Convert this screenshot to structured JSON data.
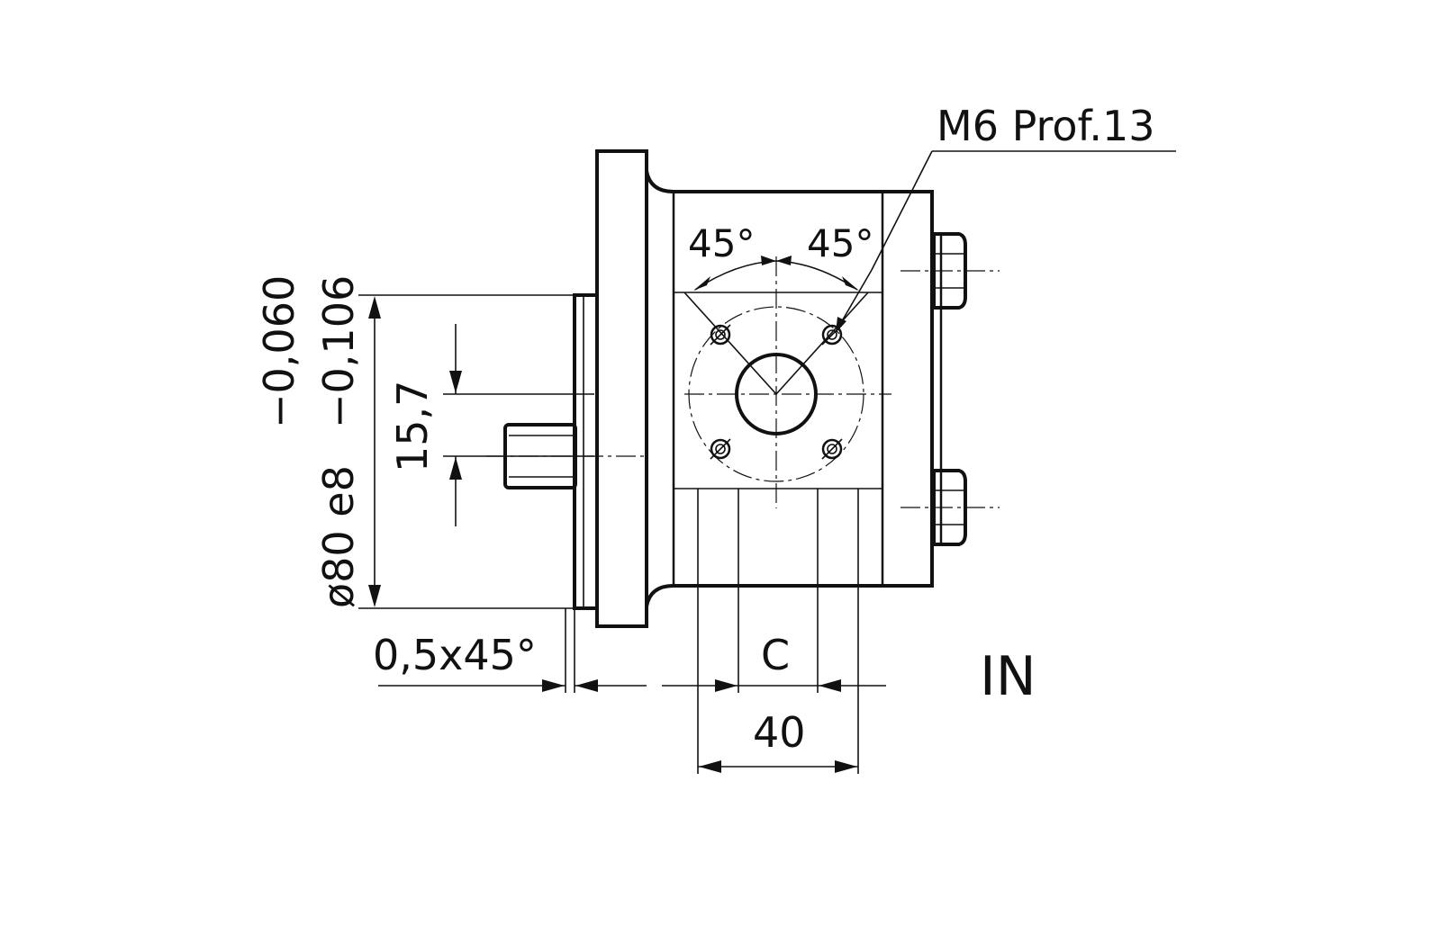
{
  "labels": {
    "thread": "M6  Prof.13",
    "angle_left": "45°",
    "angle_right": "45°",
    "tol_upper": "−0,060",
    "tol_lower": "−0,106",
    "diameter": "ø80  e8",
    "shaft_height": "15,7",
    "chamfer": "0,5x45°",
    "port_dim": "C",
    "width": "40",
    "port_label": "IN"
  }
}
